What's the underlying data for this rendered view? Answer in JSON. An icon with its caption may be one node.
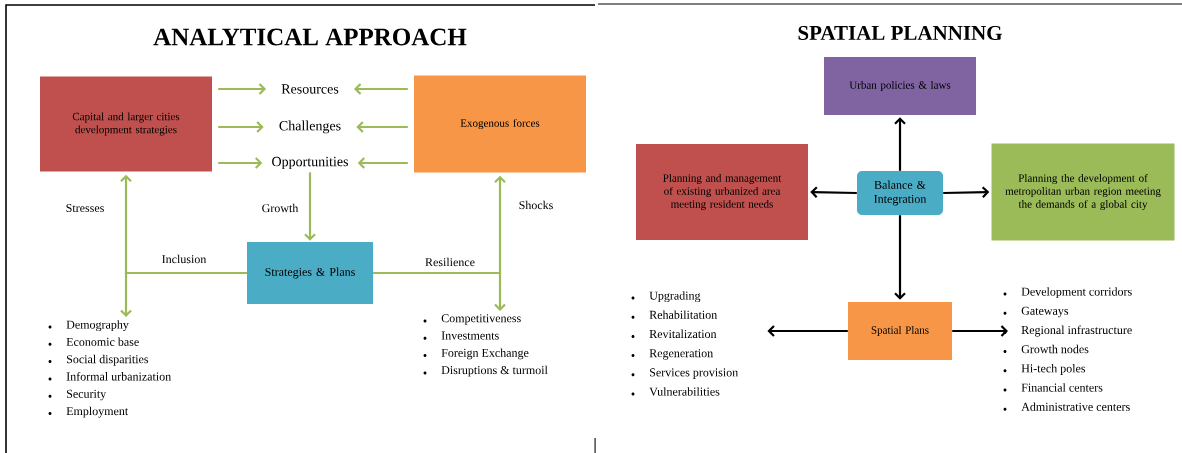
{
  "diagram": {
    "nodes": [
      {
        "text": [
          "Capital and larger cities development strategies"
        ]
      },
      {
        "text": [
          "Resources"
        ]
      },
      {
        "text": [
          "Challenges"
        ]
      },
      {
        "text": [
          "Opportunities"
        ]
      },
      {
        "text": [
          "Exogenous forces"
        ]
      },
      {
        "text": [
          "Strategies & Plans"
        ]
      },
      {
        "text": [
          "Demography",
          "Economic base",
          "Social disparities",
          "Informal  urbanization",
          "Security",
          "Employment"
        ]
      },
      {
        "text": [
          "Competitiveness",
          "Investments",
          "Foreign Exchange",
          "Disruptions & turmoil"
        ]
      },
      {
        "text": [
          "Urban policies & laws"
        ]
      },
      {
        "text": [
          "Planning and management of existing urbanized area meeting resident needs"
        ]
      },
      {
        "text": [
          "Balance & Integration"
        ]
      },
      {
        "text": [
          "Planning the development of metropolitan urban region meeting the demands of a global city"
        ]
      },
      {
        "text": [
          "Spatial Plans"
        ]
      },
      {
        "text": [
          "Upgrading",
          "Rehabilitation",
          "Revitalization",
          "Regeneration",
          "Services provision",
          "Vulnerabilities"
        ]
      },
      {
        "text": [
          "Development corridors",
          "Gateways",
          "Regional infrastructure",
          "Growth nodes",
          "Hi-tech poles",
          "Financial centers",
          "Administrative centers"
        ]
      }
    ],
    "edges": [
      {
        "from": 0,
        "to": 1,
        "arrow": "to"
      },
      {
        "from": 0,
        "to": 2,
        "arrow": "to"
      },
      {
        "from": 0,
        "to": 3,
        "arrow": "to"
      },
      {
        "from": 4,
        "to": 1,
        "arrow": "to"
      },
      {
        "from": 4,
        "to": 2,
        "arrow": "to"
      },
      {
        "from": 4,
        "to": 3,
        "arrow": "to"
      },
      {
        "from": 3,
        "to": 5,
        "arrow": "to",
        "label": "Growth"
      },
      {
        "from": 5,
        "to": 0,
        "arrow": "to",
        "label": "Stresses"
      },
      {
        "from": 5,
        "to": 6,
        "arrow": "to",
        "label": "Inclusion"
      },
      {
        "from": 5,
        "to": 4,
        "arrow": "to",
        "label": "Shocks"
      },
      {
        "from": 5,
        "to": 7,
        "arrow": "to",
        "label": "Resilience"
      },
      {
        "from": 10,
        "to": 8,
        "arrow": "to",
        "color": "#000000"
      },
      {
        "from": 10,
        "to": 9,
        "arrow": "to",
        "color": "#000000"
      },
      {
        "from": 10,
        "to": 11,
        "arrow": "to",
        "color": "#000000"
      },
      {
        "from": 10,
        "to": 12,
        "arrow": "to",
        "color": "#000000"
      },
      {
        "from": 12,
        "to": 13,
        "arrow": "to",
        "color": "#000000"
      },
      {
        "from": 12,
        "to": 14,
        "arrow": "to",
        "color": "#000000"
      }
    ],
    "labels": [
      "ANALYTICAL APPROACH",
      "SPATIAL PLANNING"
    ]
  }
}
